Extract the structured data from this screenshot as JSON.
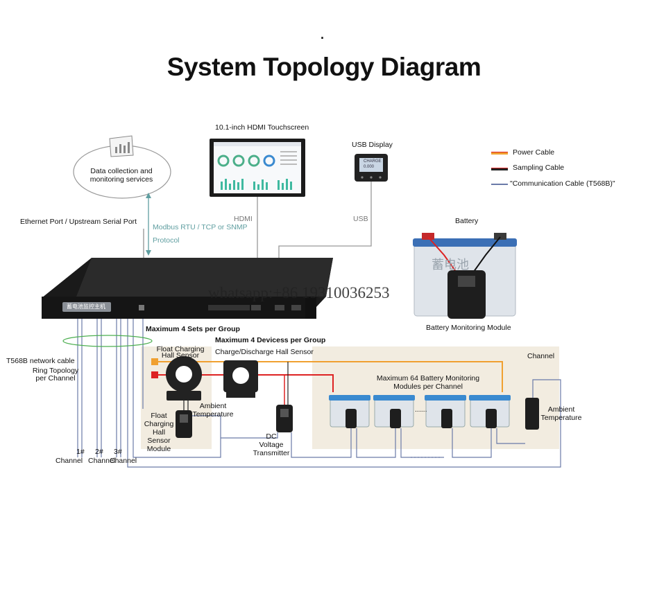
{
  "title": "System Topology Diagram",
  "dot": ".",
  "cloud": {
    "label_line1": "Data collection and",
    "label_line2": "monitoring services"
  },
  "touchscreen": {
    "label": "10.1-inch HDMI Touchscreen"
  },
  "usb_display": {
    "label": "USB Display",
    "screen_text_1": "CHARGE",
    "screen_text_2": "0.000"
  },
  "legend": [
    {
      "label": "Power Cable",
      "color": "#f0a030"
    },
    {
      "label": "Sampling Cable",
      "color": "#222222"
    },
    {
      "label": "\"Communication Cable (T568B)\"",
      "color": "#6a7aa8"
    }
  ],
  "labels": {
    "ethernet": "Ethernet Port / Upstream Serial Port",
    "protocol_line1": "Modbus RTU / TCP or SNMP",
    "protocol_line2": "Protocol",
    "hdmi": "HDMI",
    "usb": "USB",
    "battery": "Battery",
    "battery_module": "Battery Monitoring Module",
    "max_sets": "Maximum 4 Sets per Group",
    "max_devices": "Maximum 4 Devicess per Group",
    "float_hall_1": "Float Charging",
    "float_hall_2": "Hall Sensor",
    "charge_hall": "Charge/Discharge Hall Sensor",
    "channel_top": "Channel",
    "t568b": "T568B network cable",
    "ring_1": "Ring Topology",
    "ring_2": "per Channel",
    "max64_1": "Maximum 64 Battery Monitoring",
    "max64_2": "Modules per Channel",
    "ambient_1": "Ambient",
    "ambient_2": "Temperature",
    "ambient_r1": "Ambient",
    "ambient_r2": "Temperature",
    "float_mod_1": "Float",
    "float_mod_2": "Charging",
    "float_mod_3": "Hall",
    "float_mod_4": "Sensor",
    "float_mod_5": "Module",
    "dc_1": "DC",
    "dc_2": "Voltage",
    "dc_3": "Transmitter",
    "ch1_num": "1#",
    "ch2_num": "2#",
    "ch3_num": "3#",
    "ch1": "Channel",
    "ch2": "Channel",
    "ch3": "Channel",
    "dots": "......",
    "chassis_badge": "蓄电池监控主机",
    "battery_brand": "蓄电池"
  },
  "watermark": "whatsapp:+86 19310036253"
}
